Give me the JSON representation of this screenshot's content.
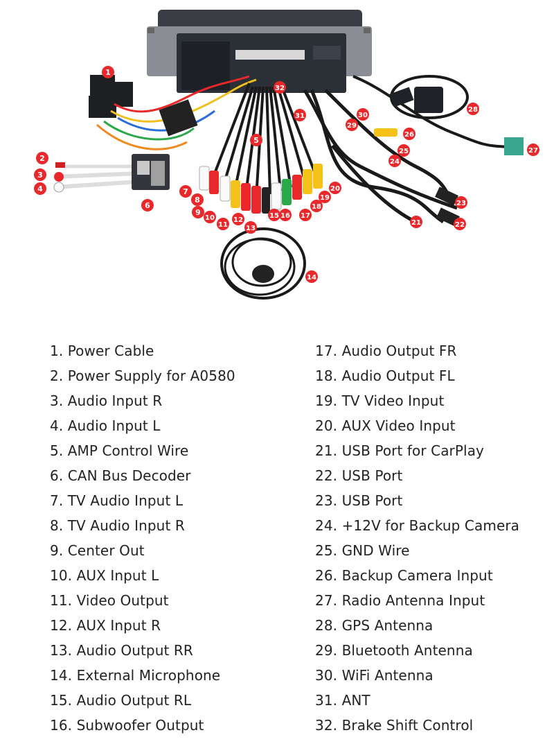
{
  "callouts": [
    "1",
    "2",
    "3",
    "4",
    "5",
    "6",
    "7",
    "8",
    "9",
    "10",
    "11",
    "12",
    "13",
    "14",
    "15",
    "16",
    "17",
    "18",
    "19",
    "20",
    "21",
    "22",
    "23",
    "24",
    "25",
    "26",
    "27",
    "28",
    "29",
    "30",
    "31",
    "32"
  ],
  "legend_left": [
    "1. Power Cable",
    "2. Power Supply for A0580",
    "3. Audio Input R",
    "4. Audio Input L",
    "5. AMP Control Wire",
    "6. CAN Bus Decoder",
    "7. TV Audio Input L",
    "8. TV Audio Input R",
    "9. Center Out",
    "10. AUX Input L",
    "11. Video Output",
    "12. AUX Input R",
    "13. Audio Output RR",
    "14. External Microphone",
    "15. Audio Output RL",
    "16. Subwoofer Output"
  ],
  "legend_right": [
    "17. Audio Output FR",
    "18. Audio Output FL",
    "19. TV Video Input",
    "20. AUX Video Input",
    "21. USB Port for CarPlay",
    "22. USB Port",
    "23. USB Port",
    "24. +12V for Backup Camera",
    "25. GND Wire",
    "26. Backup Camera Input",
    "27. Radio Antenna Input",
    "28. GPS Antenna",
    "29. Bluetooth Antenna",
    "30. WiFi Antenna",
    "31. ANT",
    "32. Brake Shift Control"
  ],
  "colors": {
    "badge": "#e8282b",
    "text": "#222222",
    "unit": "#2b2f36",
    "cable": "#1a1a1a"
  }
}
